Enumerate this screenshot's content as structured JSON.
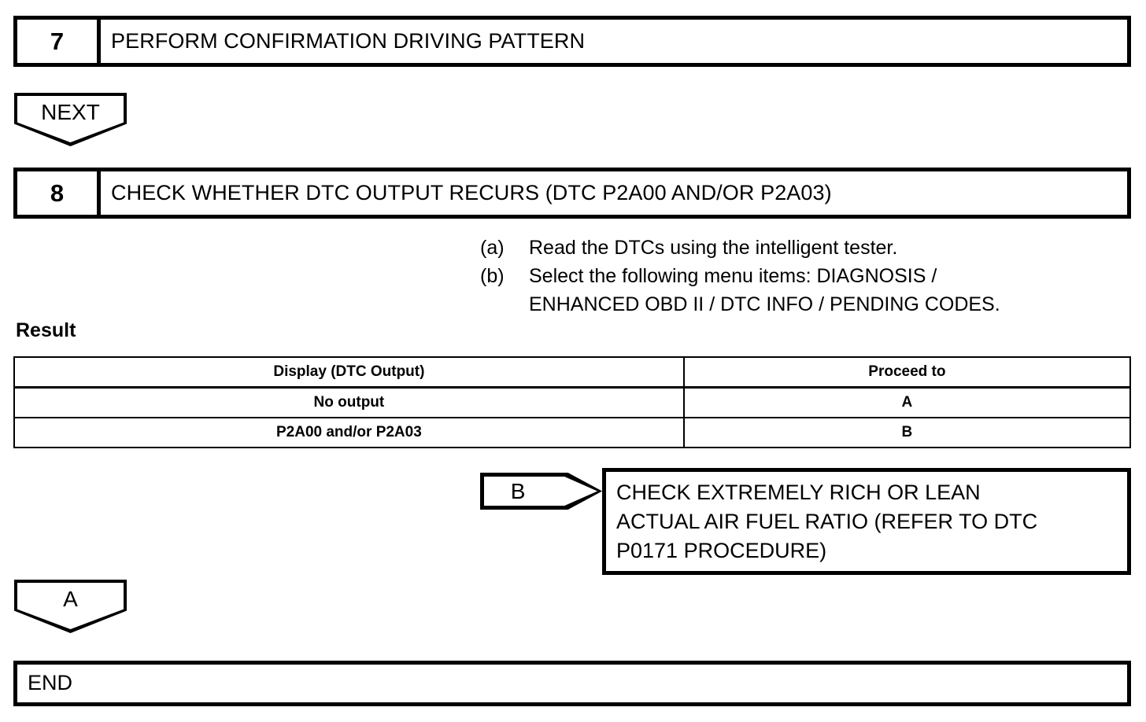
{
  "steps": [
    {
      "number": "7",
      "title": "PERFORM CONFIRMATION DRIVING PATTERN"
    },
    {
      "number": "8",
      "title": "CHECK WHETHER DTC OUTPUT RECURS (DTC P2A00 AND/OR P2A03)"
    }
  ],
  "connectors": {
    "next": "NEXT",
    "a": "A",
    "b": "B"
  },
  "instructions": [
    {
      "marker": "(a)",
      "text": "Read the DTCs using the intelligent tester."
    },
    {
      "marker": "(b)",
      "text": "Select the following menu items: DIAGNOSIS /\nENHANCED OBD II / DTC INFO / PENDING CODES."
    }
  ],
  "result": {
    "heading": "Result",
    "columns": [
      "Display (DTC Output)",
      "Proceed to"
    ],
    "rows": [
      [
        "No output",
        "A"
      ],
      [
        "P2A00 and/or P2A03",
        "B"
      ]
    ]
  },
  "outcome_box": {
    "lines": [
      "CHECK EXTREMELY RICH OR LEAN",
      "ACTUAL AIR FUEL RATIO (REFER TO DTC",
      "P0171 PROCEDURE)"
    ]
  },
  "end_box": {
    "label": "END"
  }
}
